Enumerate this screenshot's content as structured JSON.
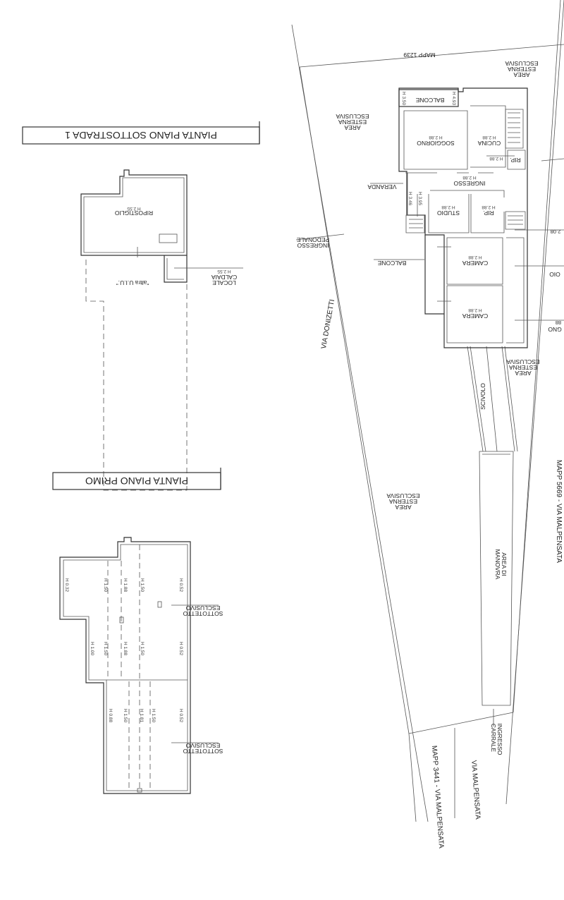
{
  "titles": {
    "basement": "PIANTA PIANO SOTTOSTRADA 1",
    "first_floor": "PIANTA PIANO PRIMO"
  },
  "basement": {
    "ripostiglio": "RIPOSTIGLIO",
    "ripostiglio_h": "H 2.55",
    "locale_caldaia_1": "LOCALE",
    "locale_caldaia_2": "CALDAIA",
    "locale_caldaia_h": "H 2.55",
    "other_unit": "\"altra U.I.U.\""
  },
  "first_floor": {
    "sottotetto_1": "SOTTOTETTO",
    "sottotetto_2": "ESCLUSIVO",
    "heights_top_row1": [
      "H 0.32",
      "H 1.50",
      "H 1.88",
      "H 1.50",
      "H 0.52"
    ],
    "heights_top_row2": [
      "H 1.00",
      "H 1.50",
      "H 1.88",
      "H 1.50",
      "H 0.52"
    ],
    "heights_bottom": [
      "H 0.88",
      "H 1.50",
      "H 1.81",
      "H 1.50",
      "H 0.52"
    ]
  },
  "site": {
    "mapp_top": "MAPP 1239",
    "mapp_right": "MAPP 5669 - VIA MALPENSATA",
    "mapp_bottom": "MAPP 3441 - VIA MALPENSATA",
    "via_malpensata": "VIA MALPENSATA",
    "via_donizetti": "VIA DONIZETTI",
    "ingresso_carrale_1": "INGRESSO",
    "ingresso_carrale_2": "CARRALE",
    "ingresso_pedonale_1": "INGRESSO",
    "ingresso_pedonale_2": "PEDONALE",
    "area_esterna": [
      "AREA",
      "ESTERNA",
      "ESCLUSIVA"
    ],
    "area_manovra_1": "AREA DI",
    "area_manovra_2": "MANOVRA",
    "scivolo": "SCIVOLO",
    "veranda": "VERANDA",
    "balcone": "BALCONE"
  },
  "ground_floor": {
    "balcone": "BALCONE",
    "balcone_h1": "H 3.50",
    "balcone_h2": "H 4.93",
    "soggiorno": "SOGGIORNO",
    "cucina": "CUCINA",
    "rip1": "RIP.",
    "ingresso": "INGRESSO",
    "studio": "STUDIO",
    "rip2": "RIP.",
    "camera1": "CAMERA",
    "camera2": "CAMERA",
    "h_room": "H 2.88",
    "veranda_h1": "H 3.46",
    "veranda_h2": "H 3.95",
    "cut_label_1": "OIO",
    "cut_label_2": "GNO",
    "cut_h_1": "2.08",
    "cut_h_2": "88"
  }
}
